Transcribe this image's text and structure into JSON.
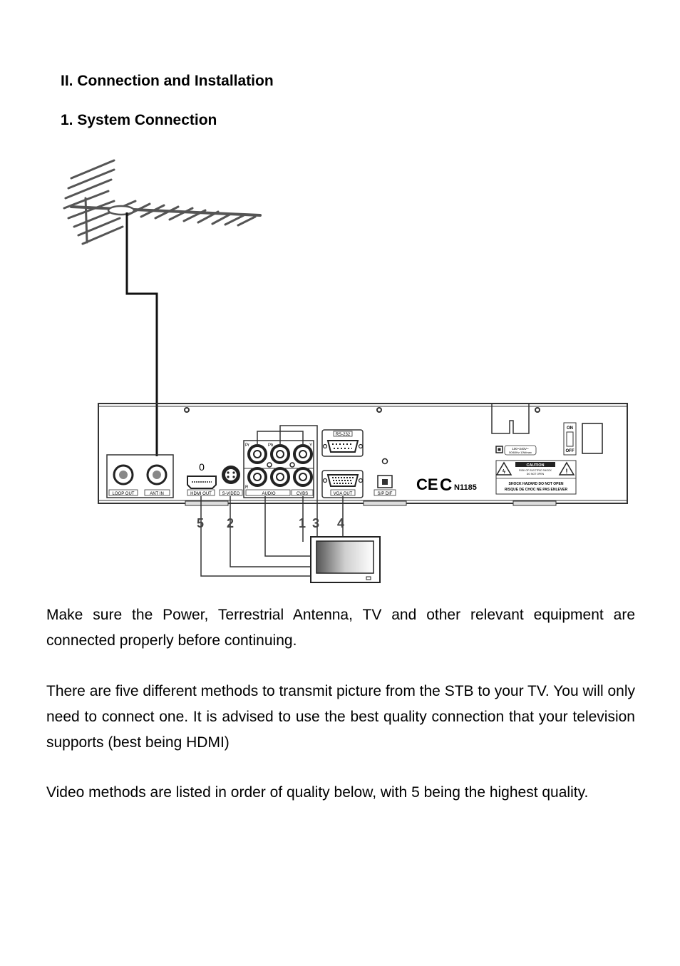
{
  "headings": {
    "section": "II. Connection and Installation",
    "subsection": "1. System Connection"
  },
  "diagram": {
    "port_labels": {
      "loop_out": "LOOP OUT",
      "ant_in": "ANT IN",
      "hdmi_out": "HDMI OUT",
      "s_video": "S-VIDEO",
      "audio": "AUDIO",
      "cvbs": "CVBS",
      "vga_out": "VGA OUT",
      "rs232": "RS-232",
      "sp_dif": "S/P DIF",
      "pr": "Pr",
      "pb": "Pb",
      "y": "Y",
      "r": "R",
      "on": "ON",
      "off": "OFF",
      "hdmi_zero": "0"
    },
    "power_rating": [
      "100~240V~",
      "50/60Hz 10Wmax"
    ],
    "caution": {
      "title": "CAUTION",
      "line1": "RISK OF ELECTRIC SHOCK",
      "line2": "DO NOT OPEN",
      "warning_en": "SHOCK HAZARD DO NOT OPEN",
      "warning_fr": "RISQUE DE CHOC NE PAS ENLEVER"
    },
    "marks": {
      "ce": "CE",
      "c_tick": "C",
      "c_tick_code": "N1185"
    },
    "numbers": [
      "5",
      "2",
      "1",
      "3",
      "4"
    ]
  },
  "paragraphs": [
    "Make sure the Power, Terrestrial Antenna, TV and other relevant equipment are connected properly before continuing.",
    "There are five different methods to transmit picture from the STB to your TV. You will only need to connect one. It is advised to use the best quality connection that your television supports (best being HDMI)",
    "Video methods are listed in order of quality below, with 5 being the highest quality."
  ]
}
